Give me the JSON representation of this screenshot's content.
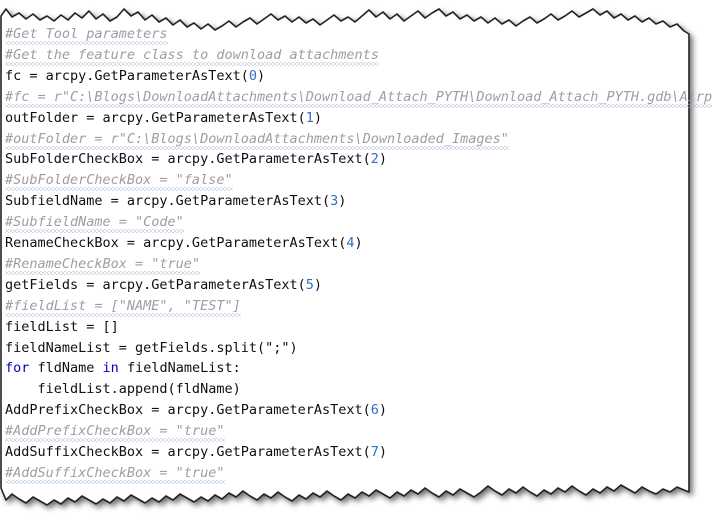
{
  "document": {
    "kind": "code-snippet-image",
    "language": "Python",
    "background_color": "#ffffff",
    "text_color": "#101010",
    "comment_color": "#9e9e9e",
    "keyword_color": "#0000c0",
    "number_color": "#2f6fc0",
    "squiggle_color": "#9fb8d6",
    "border_color": "#3a3a3a"
  },
  "code": {
    "lines": [
      {
        "id": "line-1",
        "type": "comment",
        "text": "#Get Tool parameters",
        "squiggle": true,
        "indent": 0
      },
      {
        "id": "line-2",
        "type": "comment",
        "text": "#Get the feature class to download attachments",
        "squiggle": true,
        "indent": 0
      },
      {
        "id": "line-3",
        "type": "code",
        "text": "fc = arcpy.GetParameterAsText(0)",
        "squiggle": false,
        "indent": 0,
        "tokens": [
          {
            "t": "fc = arcpy.GetParameterAsText(",
            "c": "ident"
          },
          {
            "t": "0",
            "c": "num"
          },
          {
            "t": ")",
            "c": "punct"
          }
        ]
      },
      {
        "id": "line-4",
        "type": "comment",
        "text": "#fc = r\"C:\\Blogs\\DownloadAttachments\\Download_Attach_PYTH\\Download_Attach_PYTH.gdb\\Airports\"",
        "squiggle": true,
        "indent": 0
      },
      {
        "id": "line-5",
        "type": "code",
        "text": "outFolder = arcpy.GetParameterAsText(1)",
        "squiggle": false,
        "indent": 0,
        "tokens": [
          {
            "t": "outFolder = arcpy.GetParameterAsText(",
            "c": "ident"
          },
          {
            "t": "1",
            "c": "num"
          },
          {
            "t": ")",
            "c": "punct"
          }
        ]
      },
      {
        "id": "line-6",
        "type": "comment",
        "text": "#outFolder = r\"C:\\Blogs\\DownloadAttachments\\Downloaded_Images\"",
        "squiggle": true,
        "indent": 0
      },
      {
        "id": "line-7",
        "type": "code",
        "text": "SubFolderCheckBox = arcpy.GetParameterAsText(2)",
        "squiggle": false,
        "indent": 0,
        "tokens": [
          {
            "t": "SubFolderCheckBox = arcpy.GetParameterAsText(",
            "c": "ident"
          },
          {
            "t": "2",
            "c": "num"
          },
          {
            "t": ")",
            "c": "punct"
          }
        ]
      },
      {
        "id": "line-8",
        "type": "comment",
        "text": "#SubFolderCheckBox = \"false\"",
        "squiggle": true,
        "indent": 0
      },
      {
        "id": "line-9",
        "type": "code",
        "text": "SubfieldName = arcpy.GetParameterAsText(3)",
        "squiggle": false,
        "indent": 0,
        "tokens": [
          {
            "t": "SubfieldName = arcpy.GetParameterAsText(",
            "c": "ident"
          },
          {
            "t": "3",
            "c": "num"
          },
          {
            "t": ")",
            "c": "punct"
          }
        ]
      },
      {
        "id": "line-10",
        "type": "comment",
        "text": "#SubfieldName = \"Code\"",
        "squiggle": true,
        "indent": 0
      },
      {
        "id": "line-11",
        "type": "code",
        "text": "RenameCheckBox = arcpy.GetParameterAsText(4)",
        "squiggle": false,
        "indent": 0,
        "tokens": [
          {
            "t": "RenameCheckBox = arcpy.GetParameterAsText(",
            "c": "ident"
          },
          {
            "t": "4",
            "c": "num"
          },
          {
            "t": ")",
            "c": "punct"
          }
        ]
      },
      {
        "id": "line-12",
        "type": "comment",
        "text": "#RenameCheckBox = \"true\"",
        "squiggle": true,
        "indent": 0
      },
      {
        "id": "line-13",
        "type": "code",
        "text": "getFields = arcpy.GetParameterAsText(5)",
        "squiggle": false,
        "indent": 0,
        "tokens": [
          {
            "t": "getFields = arcpy.GetParameterAsText(",
            "c": "ident"
          },
          {
            "t": "5",
            "c": "num"
          },
          {
            "t": ")",
            "c": "punct"
          }
        ]
      },
      {
        "id": "line-14",
        "type": "comment",
        "text": "#fieldList = [\"NAME\", \"TEST\"]",
        "squiggle": true,
        "indent": 0
      },
      {
        "id": "line-15",
        "type": "code",
        "text": "fieldList = []",
        "squiggle": false,
        "indent": 0,
        "tokens": [
          {
            "t": "fieldList = []",
            "c": "ident"
          }
        ]
      },
      {
        "id": "line-16",
        "type": "code",
        "text": "fieldNameList = getFields.split(\";\")",
        "squiggle": false,
        "indent": 0,
        "tokens": [
          {
            "t": "fieldNameList = getFields.split(\";\")",
            "c": "ident"
          }
        ]
      },
      {
        "id": "line-17",
        "type": "code",
        "text": "for fldName in fieldNameList:",
        "squiggle": false,
        "indent": 0,
        "tokens": [
          {
            "t": "for",
            "c": "kw"
          },
          {
            "t": " fldName ",
            "c": "ident"
          },
          {
            "t": "in",
            "c": "kw"
          },
          {
            "t": " fieldNameList:",
            "c": "ident"
          }
        ]
      },
      {
        "id": "line-18",
        "type": "code",
        "text": "    fieldList.append(fldName)",
        "squiggle": false,
        "indent": 1,
        "tokens": [
          {
            "t": "    fieldList.append(fldName)",
            "c": "ident"
          }
        ]
      },
      {
        "id": "line-19",
        "type": "code",
        "text": "AddPrefixCheckBox = arcpy.GetParameterAsText(6)",
        "squiggle": false,
        "indent": 0,
        "tokens": [
          {
            "t": "AddPrefixCheckBox = arcpy.GetParameterAsText(",
            "c": "ident"
          },
          {
            "t": "6",
            "c": "num"
          },
          {
            "t": ")",
            "c": "punct"
          }
        ]
      },
      {
        "id": "line-20",
        "type": "comment",
        "text": "#AddPrefixCheckBox = \"true\"",
        "squiggle": true,
        "indent": 0
      },
      {
        "id": "line-21",
        "type": "code",
        "text": "AddSuffixCheckBox = arcpy.GetParameterAsText(7)",
        "squiggle": false,
        "indent": 0,
        "tokens": [
          {
            "t": "AddSuffixCheckBox = arcpy.GetParameterAsText(",
            "c": "ident"
          },
          {
            "t": "7",
            "c": "num"
          },
          {
            "t": ")",
            "c": "punct"
          }
        ]
      },
      {
        "id": "line-22",
        "type": "comment",
        "text": "#AddSuffixCheckBox = \"true\"",
        "squiggle": true,
        "indent": 0
      }
    ]
  }
}
